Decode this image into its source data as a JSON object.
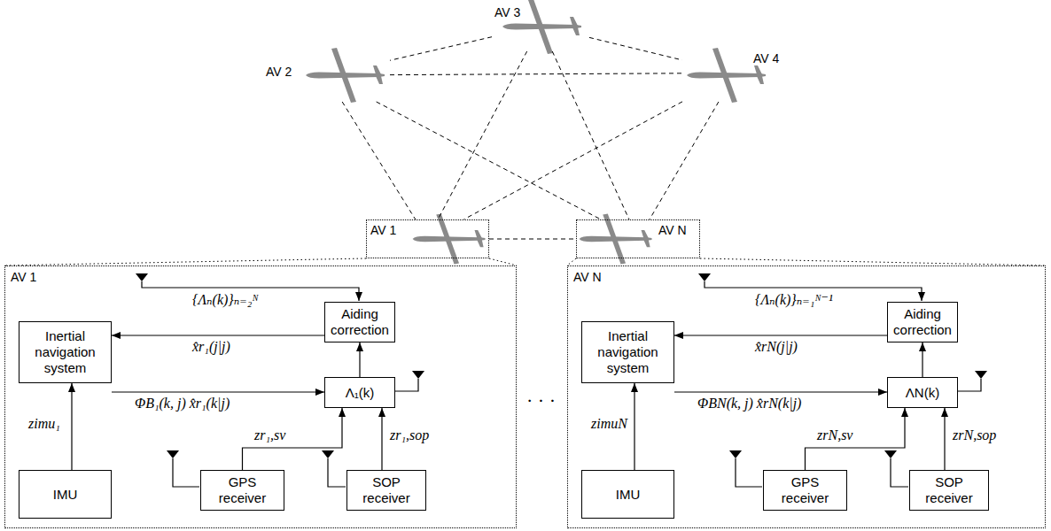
{
  "diagram": {
    "nodes": [
      {
        "text": [
          "AV 3"
        ]
      },
      {
        "text": [
          "AV 2"
        ]
      },
      {
        "text": [
          "AV 4"
        ]
      },
      {
        "text": [
          "AV 1"
        ]
      },
      {
        "text": [
          "AV N"
        ]
      },
      {
        "text": [
          "AV 1"
        ]
      },
      {
        "text": [
          "Aiding correction"
        ],
        "in": 5
      },
      {
        "text": [
          "Inertial navigation system"
        ],
        "in": 5
      },
      {
        "text": [
          "Λ₁(k)"
        ],
        "in": 5
      },
      {
        "text": [
          "IMU"
        ],
        "in": 5
      },
      {
        "text": [
          "GPS receiver"
        ],
        "in": 5
      },
      {
        "text": [
          "SOP receiver"
        ],
        "in": 5
      },
      {
        "text": [
          "AV N"
        ]
      },
      {
        "text": [
          "Aiding correction"
        ],
        "in": 12
      },
      {
        "text": [
          "Inertial navigation system"
        ],
        "in": 12
      },
      {
        "text": [
          "ΛN(k)"
        ],
        "in": 12
      },
      {
        "text": [
          "IMU"
        ],
        "in": 12
      },
      {
        "text": [
          "GPS receiver"
        ],
        "in": 12
      },
      {
        "text": [
          "SOP receiver"
        ],
        "in": 12
      }
    ],
    "edges": [
      {
        "from": 0,
        "to": 1,
        "arrow": "none"
      },
      {
        "from": 0,
        "to": 2,
        "arrow": "none"
      },
      {
        "from": 0,
        "to": 3,
        "arrow": "none"
      },
      {
        "from": 0,
        "to": 4,
        "arrow": "none"
      },
      {
        "from": 1,
        "to": 2,
        "arrow": "none"
      },
      {
        "from": 1,
        "to": 3,
        "arrow": "none"
      },
      {
        "from": 1,
        "to": 4,
        "arrow": "none"
      },
      {
        "from": 2,
        "to": 3,
        "arrow": "none"
      },
      {
        "from": 2,
        "to": 4,
        "arrow": "none"
      },
      {
        "from": 3,
        "to": 4,
        "arrow": "none"
      },
      {
        "from": 9,
        "to": 7,
        "arrow": "to",
        "label": "zimu₁"
      },
      {
        "from": 7,
        "to": 8,
        "arrow": "to",
        "label": "ΦB₁(k, j)  x̂r₁(k|j)"
      },
      {
        "from": 10,
        "to": 8,
        "arrow": "to",
        "label": "zr₁,sv"
      },
      {
        "from": 11,
        "to": 8,
        "arrow": "to",
        "label": "zr₁,sop"
      },
      {
        "from": 8,
        "to": 6,
        "arrow": "to"
      },
      {
        "from": 6,
        "to": 7,
        "arrow": "to",
        "label": "x̂r₁(j|j)"
      },
      {
        "from": 16,
        "to": 14,
        "arrow": "to",
        "label": "zimuN"
      },
      {
        "from": 14,
        "to": 15,
        "arrow": "to",
        "label": "ΦBN(k, j)  x̂rN(k|j)"
      },
      {
        "from": 17,
        "to": 15,
        "arrow": "to",
        "label": "zrN,sv"
      },
      {
        "from": 18,
        "to": 15,
        "arrow": "to",
        "label": "zrN,sop"
      },
      {
        "from": 15,
        "to": 13,
        "arrow": "to"
      },
      {
        "from": 13,
        "to": 14,
        "arrow": "to",
        "label": "x̂rN(j|j)"
      }
    ],
    "labels": [
      "{Λₙ(k)}ₙ₌₂ᴺ",
      "· · ·",
      "{Λₙ(k)}ₙ₌₁ᴺ⁻¹"
    ]
  }
}
